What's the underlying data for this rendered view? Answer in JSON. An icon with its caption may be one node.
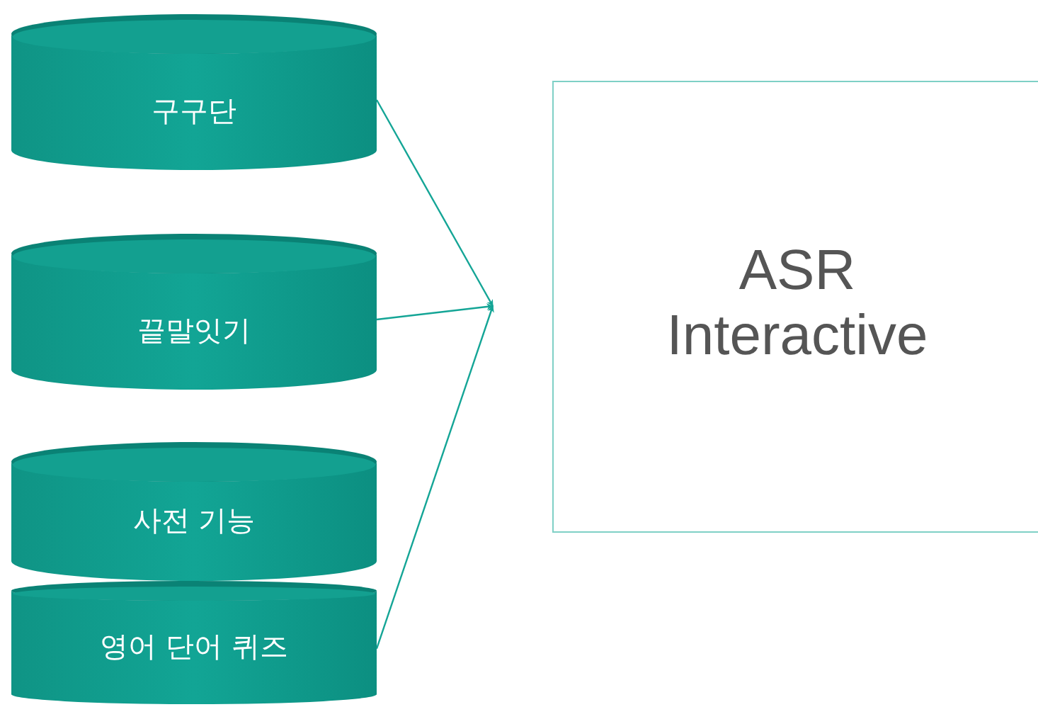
{
  "diagram": {
    "nodes": [
      {
        "text": [
          "구구단"
        ]
      },
      {
        "text": [
          "끝말잇기"
        ]
      },
      {
        "text": [
          "사전 기능"
        ]
      },
      {
        "text": [
          "영어 단어 퀴즈"
        ]
      },
      {
        "text": [
          "ASR Interactive"
        ]
      }
    ],
    "edges": [
      {
        "from": 0,
        "to": null,
        "arrow": "to"
      },
      {
        "from": 1,
        "to": null,
        "arrow": "to"
      },
      {
        "from": 3,
        "to": null,
        "arrow": "to"
      }
    ]
  }
}
